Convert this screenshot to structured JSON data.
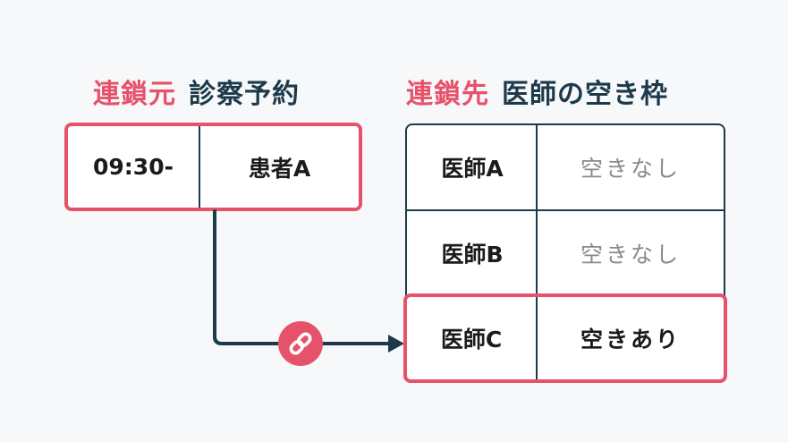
{
  "source": {
    "heading_accent": "連鎖元",
    "heading_main": "診察予約",
    "time": "09:30-",
    "patient": "患者A"
  },
  "target": {
    "heading_accent": "連鎖先",
    "heading_main": "医師の空き枠",
    "rows": [
      {
        "doctor": "医師A",
        "status": "空きなし",
        "highlighted": false
      },
      {
        "doctor": "医師B",
        "status": "空きなし",
        "highlighted": false
      },
      {
        "doctor": "医師C",
        "status": "空きあり",
        "highlighted": true
      }
    ]
  },
  "colors": {
    "accent": "#e6526a",
    "navy": "#1d3a4b",
    "muted_text": "#8a8a8a",
    "background": "#f7f8fa"
  },
  "icons": {
    "connector": "link-icon",
    "arrow": "arrow-right-icon"
  }
}
